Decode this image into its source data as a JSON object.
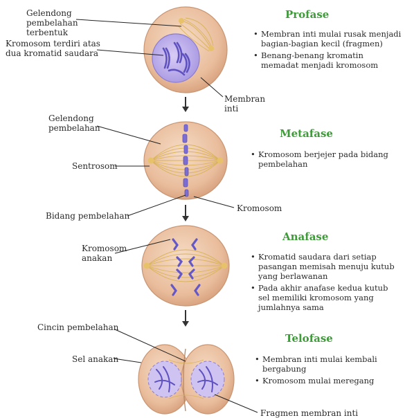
{
  "phases": [
    {
      "title": "Profase",
      "bullets": [
        "Membran inti mulai rusak menjadi bagian-bagian kecil (fragmen)",
        "Benang-benang kromatin memadat menjadi kromosom"
      ],
      "labels": [
        "Gelendong pembelahan terbentuk",
        "Kromosom terdiri atas dua kromatid saudara",
        "Membran inti"
      ]
    },
    {
      "title": "Metafase",
      "bullets": [
        "Kromosom berjejer pada bidang pembelahan"
      ],
      "labels": [
        "Gelendong pembelahan",
        "Sentrosom",
        "Bidang pembelahan",
        "Kromosom"
      ]
    },
    {
      "title": "Anafase",
      "bullets": [
        "Kromatid saudara dari setiap pasangan memisah menuju kutub yang berlawanan",
        "Pada akhir anafase kedua kutub sel memiliki kromosom yang jumlahnya sama"
      ],
      "labels": [
        "Kromosom anakan"
      ]
    },
    {
      "title": "Telofase",
      "bullets": [
        "Membran inti mulai kembali bergabung",
        "Kromosom mulai meregang"
      ],
      "labels": [
        "Cincin pembelahan",
        "Sel anakan",
        "Fragmen membran inti"
      ]
    }
  ],
  "colors": {
    "cell": "#e9c0a2",
    "cell_edge": "#c89573",
    "nucleus": "#b9a8e8",
    "chromosome": "#6f64c9",
    "title_green": "#3f9a3a",
    "arrow": "#333333"
  }
}
